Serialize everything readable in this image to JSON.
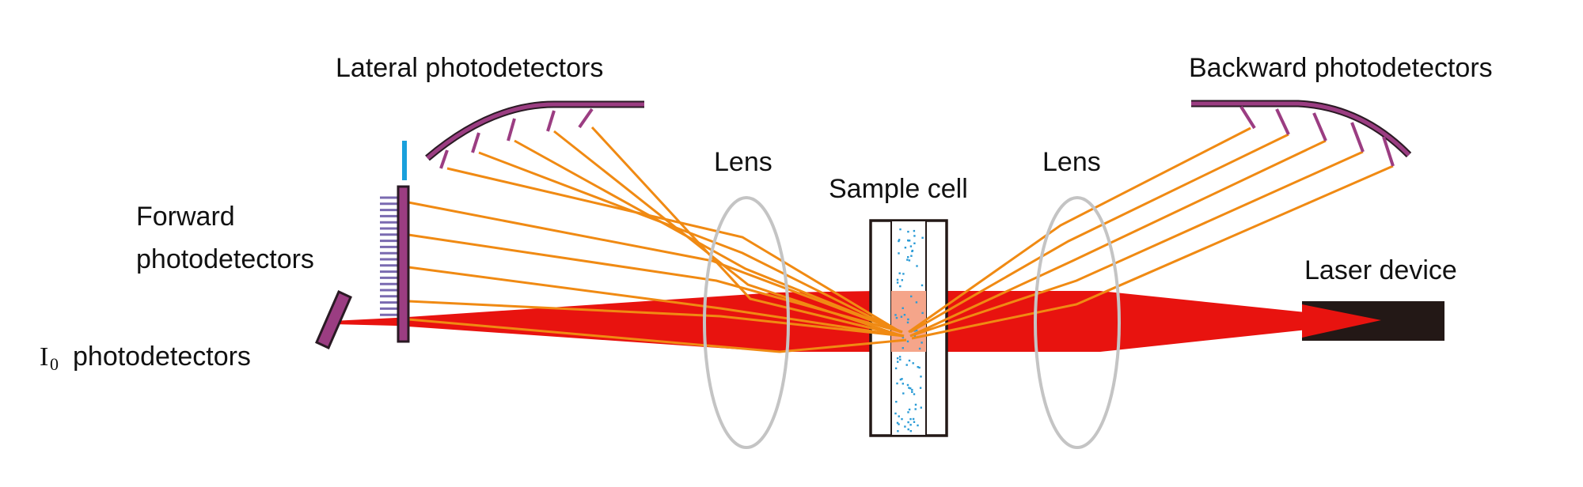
{
  "labels": {
    "lateral": "Lateral photodetectors",
    "backward": "Backward photodetectors",
    "forward_line1": "Forward",
    "forward_line2": "photodetectors",
    "lens_left": "Lens",
    "lens_right": "Lens",
    "sample_cell": "Sample cell",
    "laser_device": "Laser device",
    "i0_symbol": "I",
    "i0_subscript": "0",
    "i0_text": "photodetectors"
  },
  "colors": {
    "laser_beam": "#e8130f",
    "scatter_ray": "#f08a13",
    "detector": "#9b3d82",
    "detector_outline": "#2a1a24",
    "forward_comb": "#7a6ab0",
    "indicator": "#1aa0dc",
    "lens": "#c4c4c4",
    "particles": "#2a9bd6",
    "laser_device": "#231816",
    "interaction_zone": "#f5a58a"
  }
}
